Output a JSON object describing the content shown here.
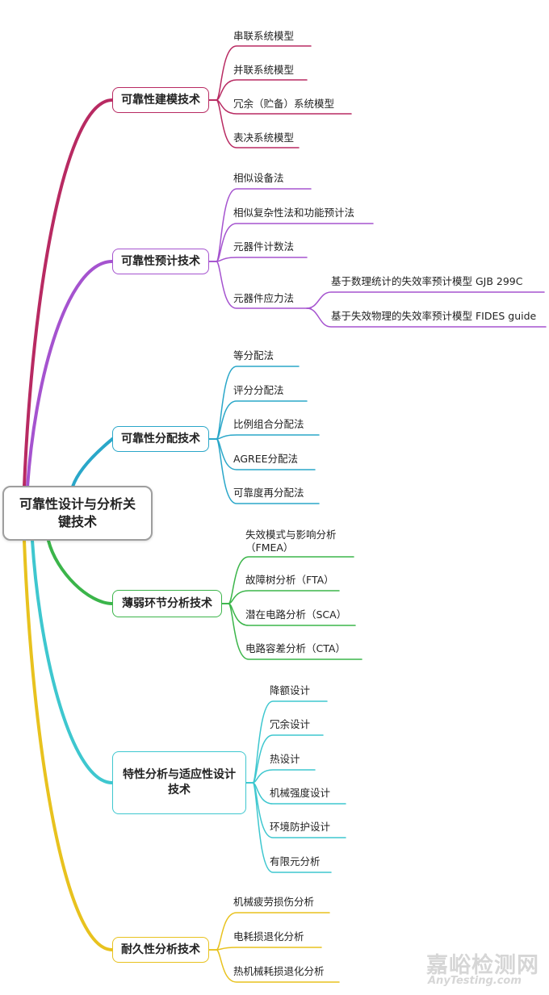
{
  "root": "可靠性设计与分析关键技术",
  "branches": [
    {
      "label": "可靠性建模技术",
      "color": "#b82a62",
      "children": [
        "串联系统模型",
        "并联系统模型",
        "冗余（贮备）系统模型",
        "表决系统模型"
      ]
    },
    {
      "label": "可靠性预计技术",
      "color": "#a553cf",
      "children": [
        "相似设备法",
        "相似复杂性法和功能预计法",
        "元器件计数法",
        "元器件应力法"
      ],
      "sub_children": [
        "基于数理统计的失效率预计模型  GJB 299C",
        "基于失效物理的失效率预计模型  FIDES guide"
      ]
    },
    {
      "label": "可靠性分配技术",
      "color": "#2aa7c9",
      "children": [
        "等分配法",
        "评分分配法",
        "比例组合分配法",
        "AGREE分配法",
        "可靠度再分配法"
      ]
    },
    {
      "label": "薄弱环节分析技术",
      "color": "#3bb54a",
      "children": [
        "失效模式与影响分析（FMEA）",
        "故障树分析（FTA）",
        "潜在电路分析（SCA）",
        "电路容差分析（CTA）"
      ]
    },
    {
      "label": "特性分析与适应性设计技术",
      "color": "#3ec7cf",
      "children": [
        "降额设计",
        "冗余设计",
        "热设计",
        "机械强度设计",
        "环境防护设计",
        "有限元分析"
      ]
    },
    {
      "label": "耐久性分析技术",
      "color": "#e8c21e",
      "children": [
        "机械疲劳损伤分析",
        "电耗损退化分析",
        "热机械耗损退化分析"
      ]
    }
  ],
  "watermark": {
    "cn": "嘉峪检测网",
    "en": "AnyTesting.com"
  }
}
